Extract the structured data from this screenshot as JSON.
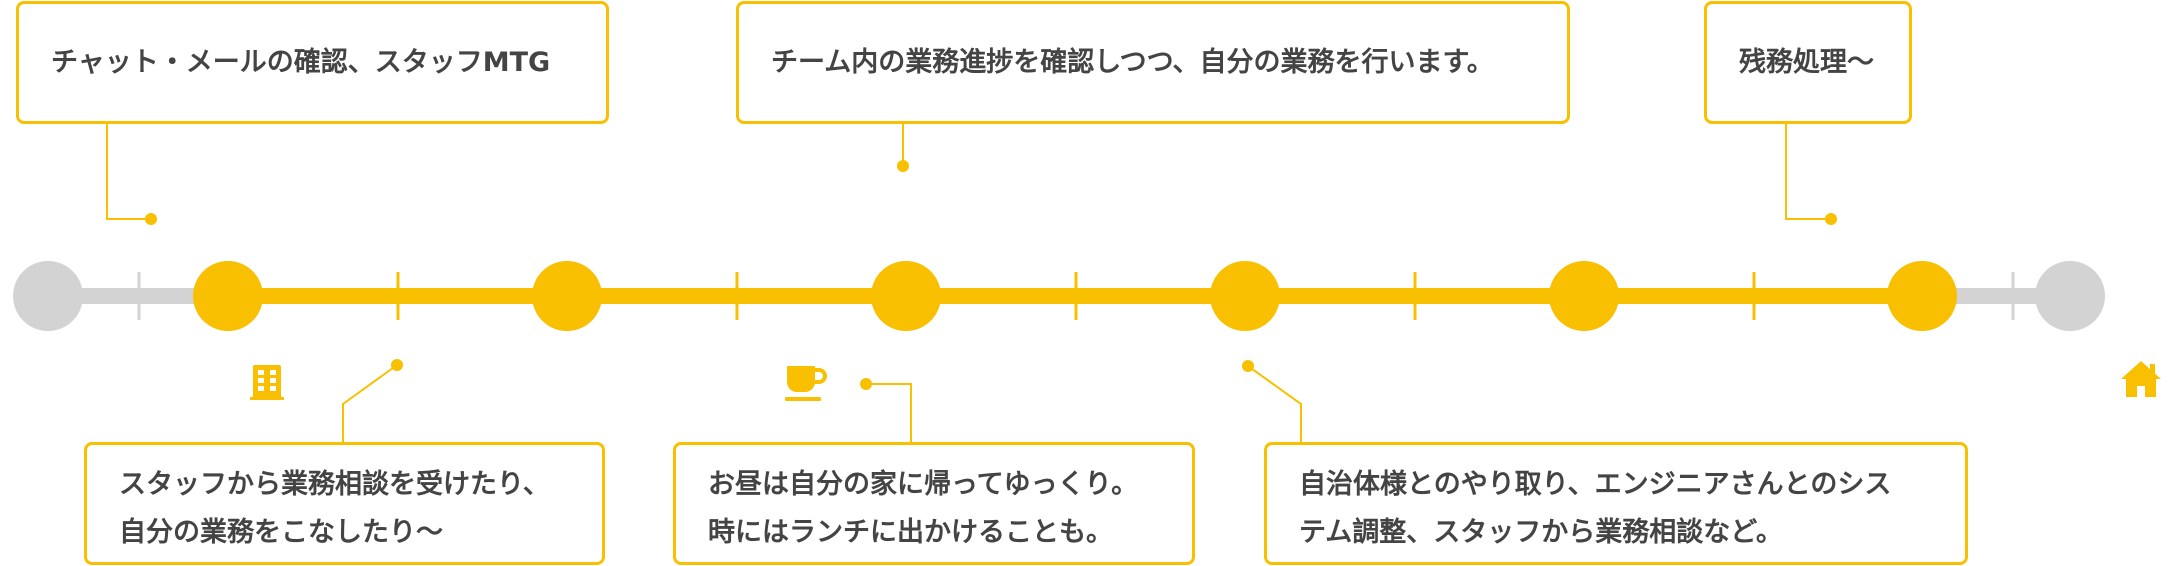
{
  "colors": {
    "accent": "#f8c000",
    "inactive": "#d3d3d3",
    "text": "#444444"
  },
  "timeline": {
    "nodes": [
      "inactive",
      "active",
      "active",
      "active",
      "active",
      "active",
      "active",
      "inactive"
    ]
  },
  "events": {
    "top": [
      {
        "text": "チャット・メールの確認、スタッフMTG"
      },
      {
        "text": "チーム内の業務進捗を確認しつつ、自分の業務を行います。"
      },
      {
        "text": "残務処理〜"
      }
    ],
    "bottom": [
      {
        "lines": [
          "スタッフから業務相談を受けたり、",
          "自分の業務をこなしたり〜"
        ]
      },
      {
        "lines": [
          "お昼は自分の家に帰ってゆっくり。",
          "時にはランチに出かけることも。"
        ]
      },
      {
        "lines": [
          "自治体様とのやり取り、エンジニアさんとのシス",
          "テム調整、スタッフから業務相談など。"
        ]
      }
    ]
  },
  "icons": {
    "office": "building-icon",
    "lunch": "coffee-cup-icon",
    "home": "house-icon"
  }
}
